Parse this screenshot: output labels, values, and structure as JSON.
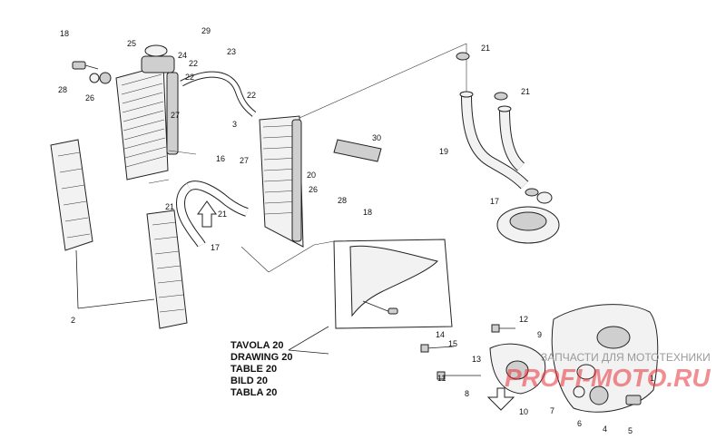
{
  "callouts": {
    "c1": "1",
    "c2": "2",
    "c3": "3",
    "c4": "4",
    "c5": "5",
    "c6": "6",
    "c7": "7",
    "c8": "8",
    "c9": "9",
    "c10": "10",
    "c11": "11",
    "c12": "12",
    "c13": "13",
    "c14": "14",
    "c15": "15",
    "c16": "16",
    "c17": "17",
    "c18": "18",
    "c19": "19",
    "c20": "20",
    "c21": "21",
    "c22": "22",
    "c23": "23",
    "c24": "24",
    "c25": "25",
    "c26": "26",
    "c27": "27",
    "c28": "28",
    "c29": "29",
    "c30": "30"
  },
  "reference": {
    "tavola": "TAVOLA 20",
    "drawing": "DRAWING 20",
    "table": "TABLE 20",
    "bild": "BILD 20",
    "tabla": "TABLA 20"
  },
  "watermark": {
    "text": "ЗАПЧАСТИ ДЛЯ МОТОТЕХНИКИ",
    "brand": "PROFI-MOTO.RU"
  },
  "colors": {
    "line": "#222222",
    "watermark_brand": "#e8323a"
  }
}
